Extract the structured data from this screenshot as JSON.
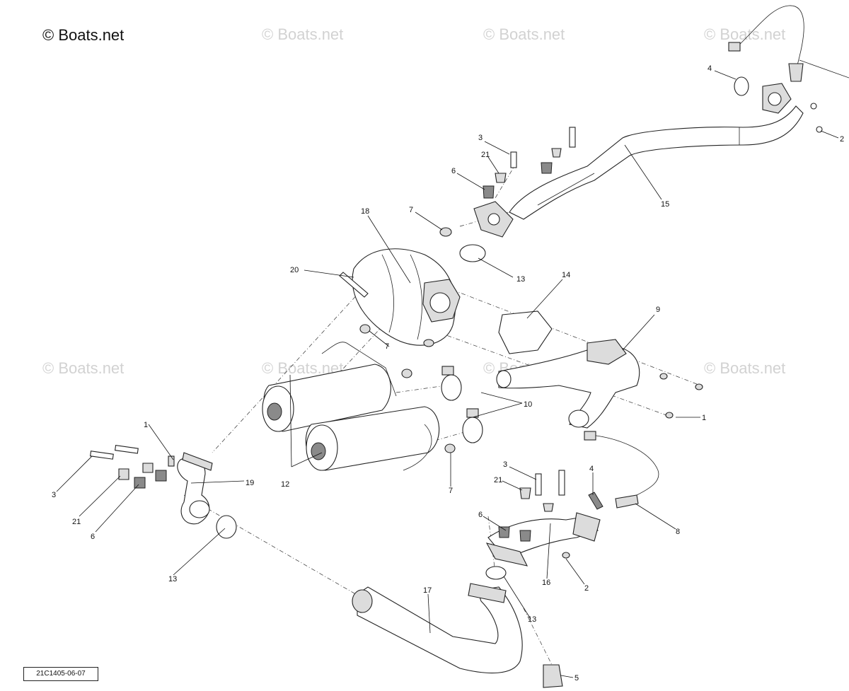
{
  "copyright": "© Boats.net",
  "watermark": "© Boats.net",
  "reference_code": "21C1405-06-07",
  "callouts": {
    "c1": "1",
    "c1b": "1",
    "c2": "2",
    "c2b": "2",
    "c3": "3",
    "c3b": "3",
    "c3c": "3",
    "c4": "4",
    "c4b": "4",
    "c5": "5",
    "c6": "6",
    "c6b": "6",
    "c6c": "6",
    "c7": "7",
    "c7b": "7",
    "c7c": "7",
    "c8": "8",
    "c9": "9",
    "c10": "10",
    "c12": "12",
    "c13": "13",
    "c13b": "13",
    "c13c": "13",
    "c14": "14",
    "c15": "15",
    "c16": "16",
    "c17": "17",
    "c18": "18",
    "c19": "19",
    "c20": "20",
    "c21": "21",
    "c21b": "21",
    "c21c": "21"
  }
}
